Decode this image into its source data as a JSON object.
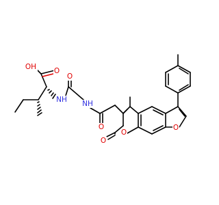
{
  "structure": {
    "atoms": {
      "oh": "OH",
      "o_acid": "O",
      "nh_1": "NH",
      "o_amide_1": "O",
      "nh_2": "NH",
      "o_amide_2": "O",
      "o_ring_lactone": "O",
      "o_carbonyl": "O",
      "o_furan": "O"
    }
  }
}
